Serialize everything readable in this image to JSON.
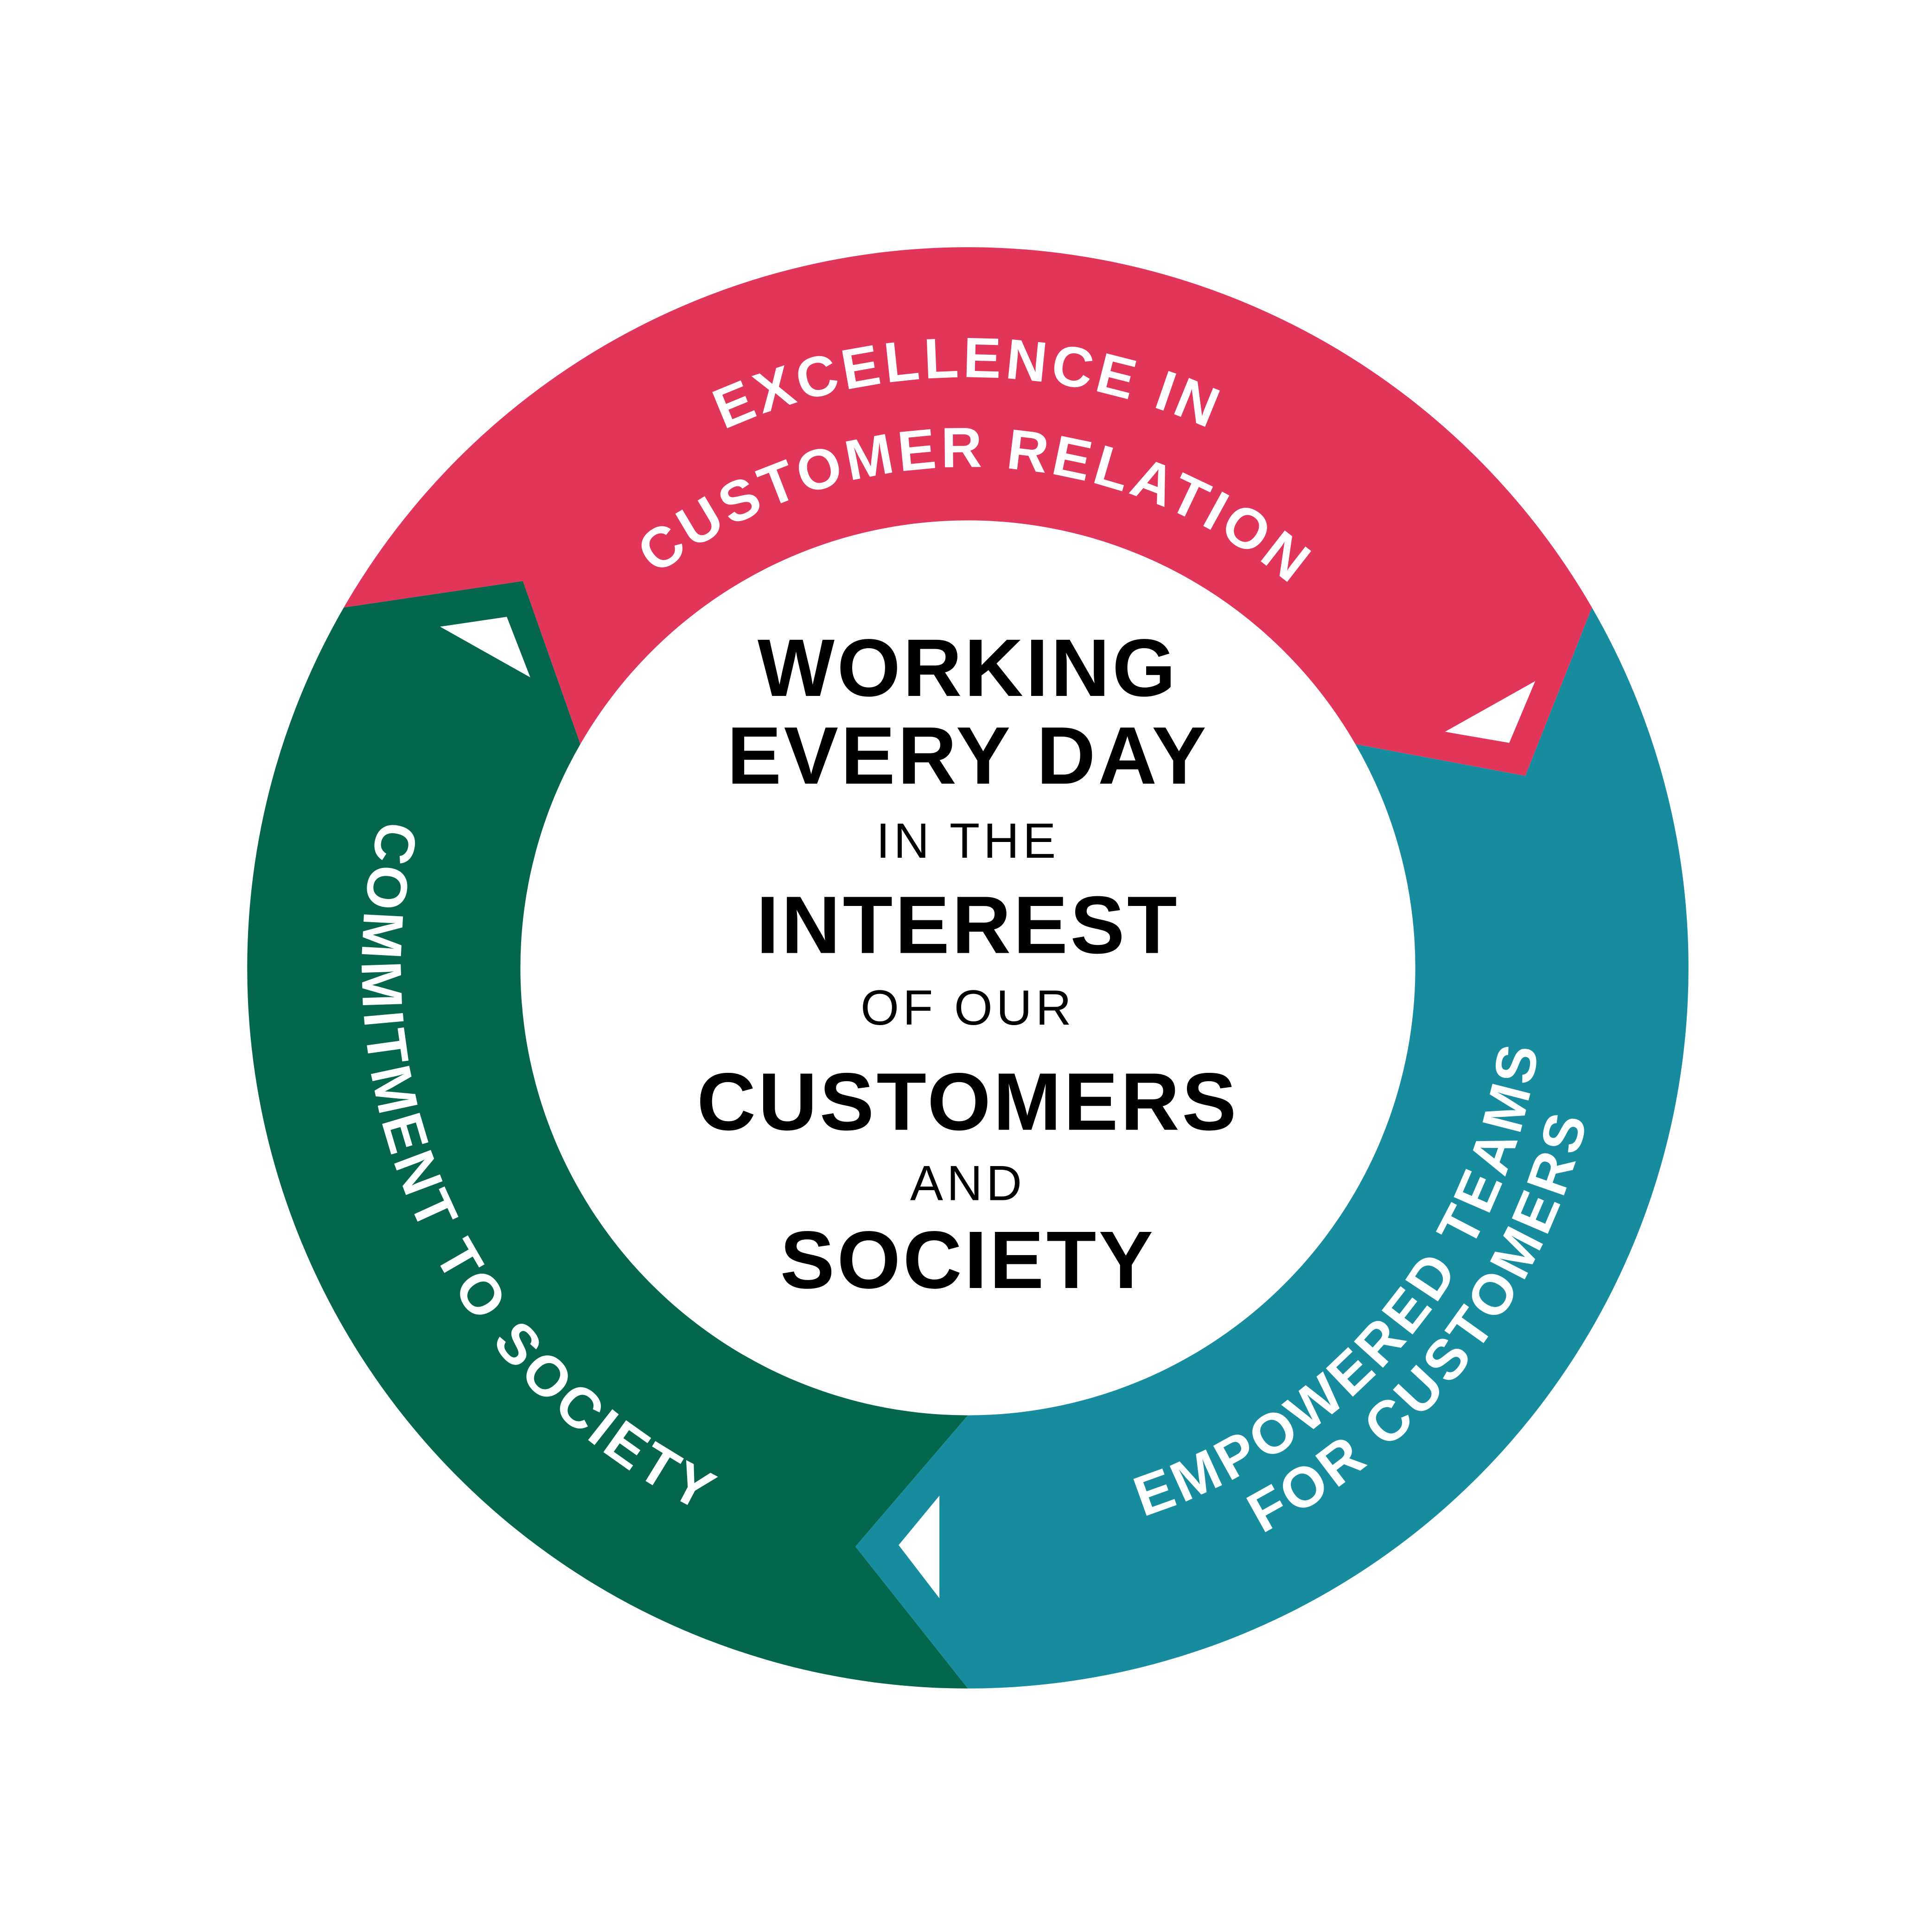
{
  "colors": {
    "red": "#E1365A",
    "teal": "#168C9E",
    "green": "#03664D",
    "background": "#FFFFFF",
    "text_center": "#000000"
  },
  "segments": {
    "red": {
      "line1": "EXCELLENCE IN",
      "line2": "CUSTOMER RELATION"
    },
    "teal": {
      "line1": "EMPOWERED TEAMS",
      "line2": "FOR CUSTOMERS"
    },
    "green": {
      "line1": "COMMITMENT TO SOCIETY"
    }
  },
  "center": {
    "line1": "WORKING",
    "line2": "EVERY DAY",
    "line3": "IN THE",
    "line4": "INTEREST",
    "line5": "OF OUR",
    "line6": "CUSTOMERS",
    "line7": "AND",
    "line8": "SOCIETY"
  }
}
